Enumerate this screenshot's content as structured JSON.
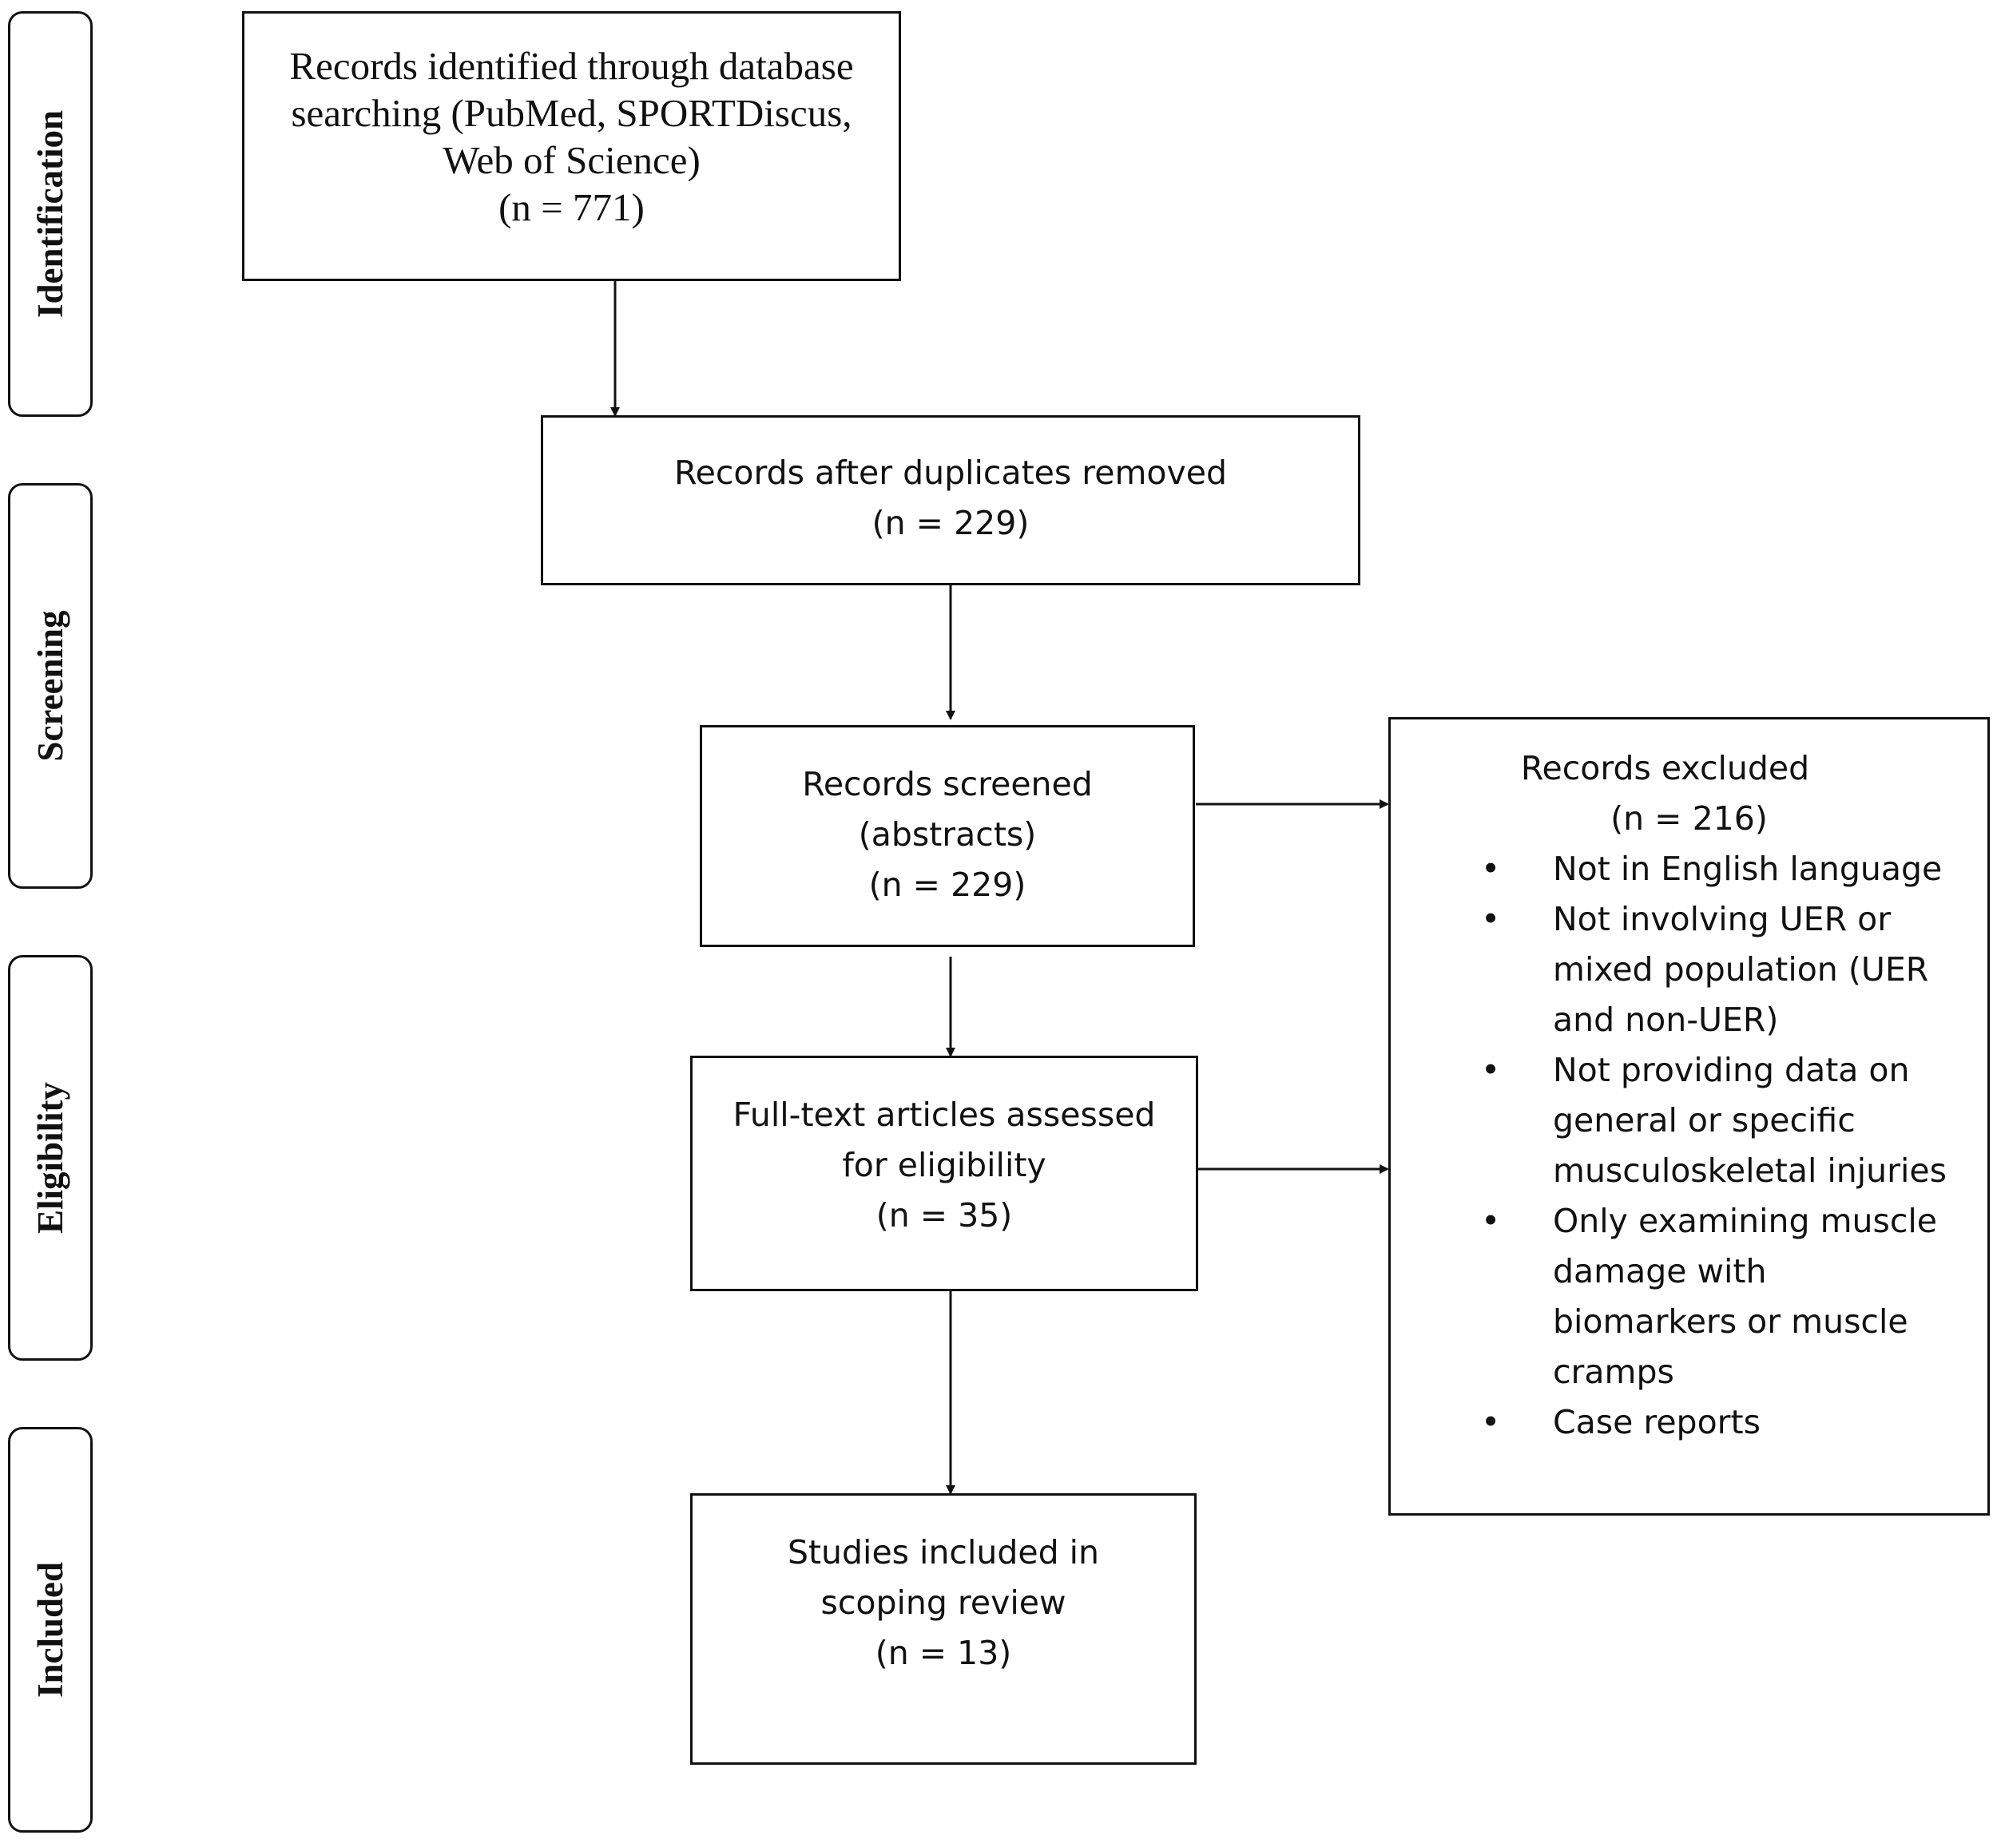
{
  "phases": {
    "identification": "Identification",
    "screening": "Screening",
    "eligibility": "Eligibility",
    "included": "Included"
  },
  "identified": {
    "lines": [
      "Records identified through database",
      "searching (PubMed, SPORTDiscus,",
      "Web of Science)",
      "(n = 771)"
    ]
  },
  "duplicates_removed": {
    "lines": [
      "Records after duplicates removed",
      "(n = 229)"
    ]
  },
  "screened": {
    "lines": [
      "Records screened",
      "(abstracts)",
      "(n = 229)"
    ]
  },
  "fulltext": {
    "lines": [
      "Full-text articles assessed",
      "for eligibility",
      "(n = 35)"
    ]
  },
  "included_studies": {
    "lines": [
      "Studies included in",
      "scoping review",
      "(n = 13)"
    ]
  },
  "excluded": {
    "title": "Records excluded",
    "count": "(n = 216)",
    "bullet_glyph": "•",
    "reasons": [
      {
        "lines": [
          "Not in English language"
        ]
      },
      {
        "lines": [
          "Not involving UER or",
          "mixed population (UER",
          "and non-UER)"
        ]
      },
      {
        "lines": [
          "Not providing data on",
          "general or specific",
          "musculoskeletal injuries"
        ]
      },
      {
        "lines": [
          "Only examining muscle",
          "damage with",
          "biomarkers or muscle",
          "cramps"
        ]
      },
      {
        "lines": [
          "Case reports"
        ]
      }
    ]
  }
}
